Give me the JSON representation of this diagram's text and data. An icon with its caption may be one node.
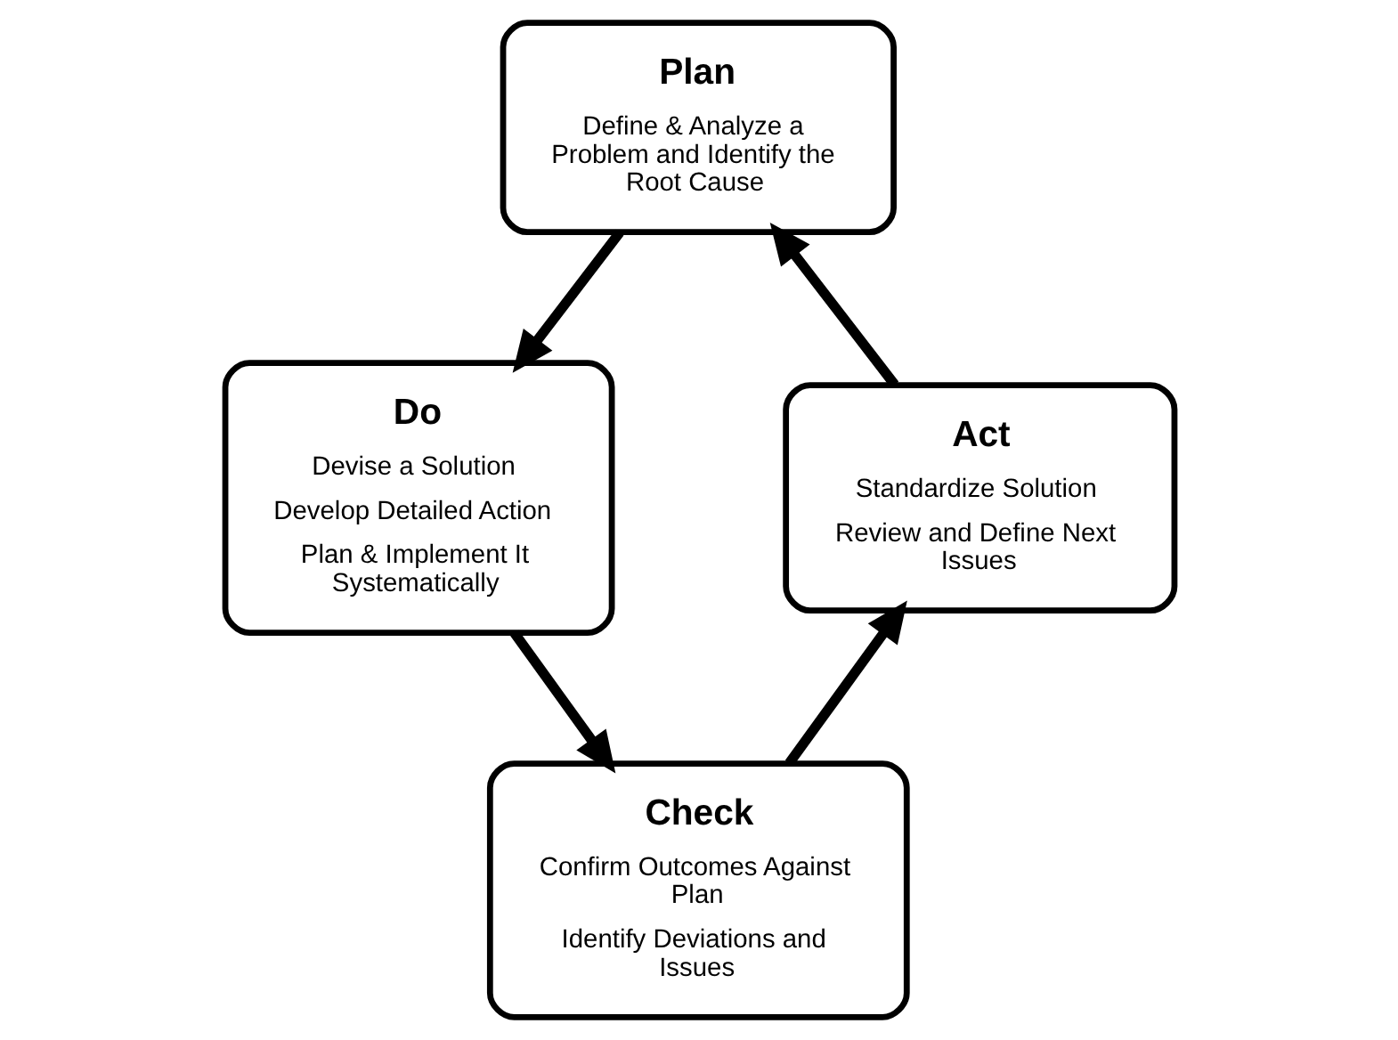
{
  "diagram": {
    "nodes": [
      {
        "text": [
          "Plan",
          "Define & Analyze a Problem and Identify the Root Cause"
        ]
      },
      {
        "text": [
          "Do",
          "Devise a Solution",
          "Develop Detailed Action",
          "Plan & Implement It Systematically"
        ]
      },
      {
        "text": [
          "Check",
          "Confirm Outcomes Against Plan",
          "Identify Deviations and Issues"
        ]
      },
      {
        "text": [
          "Act",
          "Standardize Solution",
          "Review and Define Next Issues"
        ]
      }
    ],
    "edges": [
      {
        "from": 0,
        "to": 1,
        "arrow": "to"
      },
      {
        "from": 1,
        "to": 2,
        "arrow": "to"
      },
      {
        "from": 2,
        "to": 3,
        "arrow": "to"
      },
      {
        "from": 3,
        "to": 0,
        "arrow": "to"
      }
    ]
  }
}
